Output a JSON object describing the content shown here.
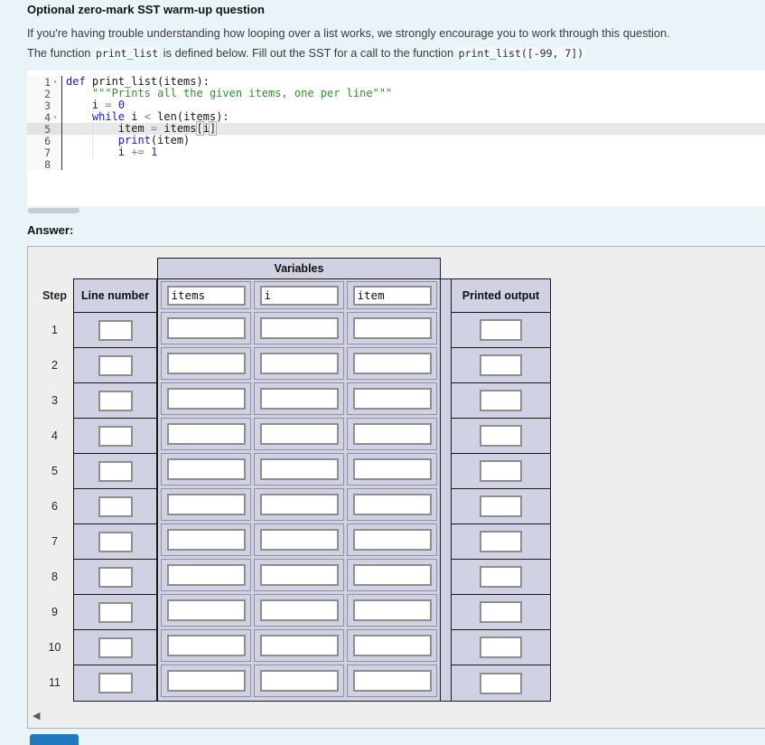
{
  "header": {
    "title": "Optional zero-mark SST warm-up question",
    "intro": "If you're having trouble understanding how looping over a list works, we strongly encourage you to work through this question.",
    "instruction_segments": [
      {
        "text": "The function ",
        "code": false
      },
      {
        "text": "print_list",
        "code": true
      },
      {
        "text": " is defined below. Fill out the SST for a call to the function ",
        "code": false
      },
      {
        "text": "print_list([-99, 7])",
        "code": true
      }
    ]
  },
  "editor": {
    "lines": [
      {
        "num": "1",
        "fold": true,
        "active": false,
        "segs": [
          [
            "k",
            "def"
          ],
          [
            "p",
            " print_list(items):"
          ]
        ]
      },
      {
        "num": "2",
        "fold": false,
        "active": false,
        "segs": [
          [
            "p",
            "    "
          ],
          [
            "s",
            "\"\"\"Prints all the given items, one per line\"\"\""
          ]
        ]
      },
      {
        "num": "3",
        "fold": false,
        "active": false,
        "segs": [
          [
            "p",
            "    i "
          ],
          [
            "o",
            "="
          ],
          [
            "p",
            " "
          ],
          [
            "n",
            "0"
          ]
        ]
      },
      {
        "num": "4",
        "fold": true,
        "active": false,
        "segs": [
          [
            "p",
            "    "
          ],
          [
            "k",
            "while"
          ],
          [
            "p",
            " i "
          ],
          [
            "o",
            "<"
          ],
          [
            "p",
            " len(items):"
          ]
        ]
      },
      {
        "num": "5",
        "fold": false,
        "active": true,
        "segs": [
          [
            "p",
            "        item "
          ],
          [
            "o",
            "="
          ],
          [
            "p",
            " items"
          ],
          [
            "br",
            "["
          ],
          [
            "p",
            "i"
          ],
          [
            "br",
            "]"
          ]
        ]
      },
      {
        "num": "6",
        "fold": false,
        "active": false,
        "segs": [
          [
            "p",
            "        "
          ],
          [
            "k",
            "print"
          ],
          [
            "p",
            "(item)"
          ]
        ]
      },
      {
        "num": "7",
        "fold": false,
        "active": false,
        "segs": [
          [
            "p",
            "        i "
          ],
          [
            "o",
            "+="
          ],
          [
            "p",
            " "
          ],
          [
            "n",
            "1"
          ]
        ]
      },
      {
        "num": "8",
        "fold": false,
        "active": false,
        "segs": []
      }
    ]
  },
  "answer_label": "Answer:",
  "sst": {
    "variables_header": "Variables",
    "columns": {
      "step": "Step",
      "line_number": "Line number",
      "printed_output": "Printed output"
    },
    "variable_names": [
      "items",
      "i",
      "item"
    ],
    "steps": [
      "1",
      "2",
      "3",
      "4",
      "5",
      "6",
      "7",
      "8",
      "9",
      "10",
      "11"
    ],
    "body_input_value": ""
  },
  "icons": {
    "fold": "▾",
    "scroll_left": "◀"
  },
  "colors": {
    "lavender": "#d1d1e4",
    "partial_button_blue": "#2178bc",
    "page_background": "#e8f4f8"
  }
}
